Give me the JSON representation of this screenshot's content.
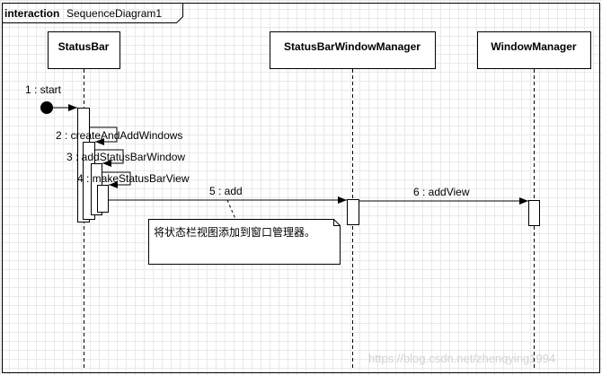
{
  "frame": {
    "keyword": "interaction",
    "name": "SequenceDiagram1"
  },
  "lifelines": [
    {
      "name": "StatusBar"
    },
    {
      "name": "StatusBarWindowManager"
    },
    {
      "name": "WindowManager"
    }
  ],
  "messages": [
    {
      "label": "1 : start"
    },
    {
      "label": "2 : createAndAddWindows"
    },
    {
      "label": "3 : addStatusBarWindow"
    },
    {
      "label": "4 : makeStatusBarView"
    },
    {
      "label": "5 : add"
    },
    {
      "label": "6 : addView"
    }
  ],
  "note": {
    "text": "将状态栏视图添加到窗口管理器。"
  },
  "watermark": "https://blog.csdn.net/zhenqying1994"
}
